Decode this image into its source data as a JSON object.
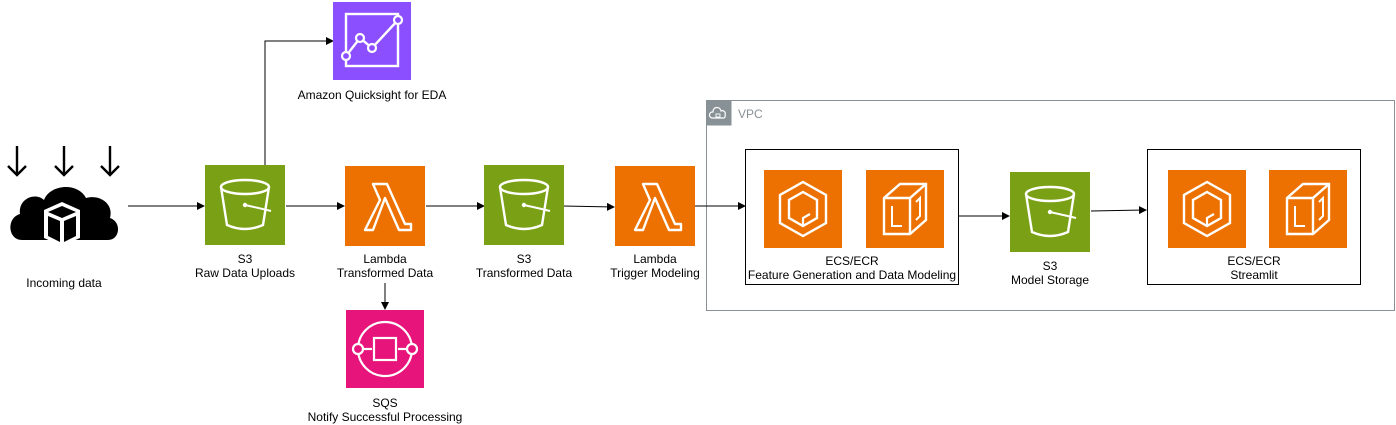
{
  "colors": {
    "s3": "#7AA116",
    "lambda": "#ED7100",
    "ecs": "#ED7100",
    "quicksight": "#8C4FFF",
    "sqs": "#E7157B",
    "vpc_border": "#879196",
    "line": "#000000"
  },
  "nodes": {
    "incoming": {
      "label": "Incoming data",
      "icon": "cloud-upload-icon"
    },
    "s3_raw": {
      "service": "S3",
      "label": "Raw Data Uploads",
      "icon": "s3-bucket-icon"
    },
    "lambda_transform": {
      "service": "Lambda",
      "label": "Transformed Data",
      "icon": "lambda-icon"
    },
    "s3_transformed": {
      "service": "S3",
      "label": "Transformed Data",
      "icon": "s3-bucket-icon"
    },
    "lambda_trigger": {
      "service": "Lambda",
      "label": "Trigger Modeling",
      "icon": "lambda-icon"
    },
    "quicksight": {
      "label": "Amazon Quicksight for EDA",
      "icon": "quicksight-icon"
    },
    "sqs": {
      "service": "SQS",
      "label": "Notify Successful Processing",
      "icon": "sqs-icon"
    },
    "ecs_modeling": {
      "service": "ECS/ECR",
      "label": "Feature Generation and Data Modeling",
      "icons": [
        "ecs-icon",
        "ecr-icon"
      ]
    },
    "s3_model": {
      "service": "S3",
      "label": "Model Storage",
      "icon": "s3-bucket-icon"
    },
    "ecs_streamlit": {
      "service": "ECS/ECR",
      "label": "Streamlit",
      "icons": [
        "ecs-icon",
        "ecr-icon"
      ]
    }
  },
  "vpc": {
    "label": "VPC"
  }
}
